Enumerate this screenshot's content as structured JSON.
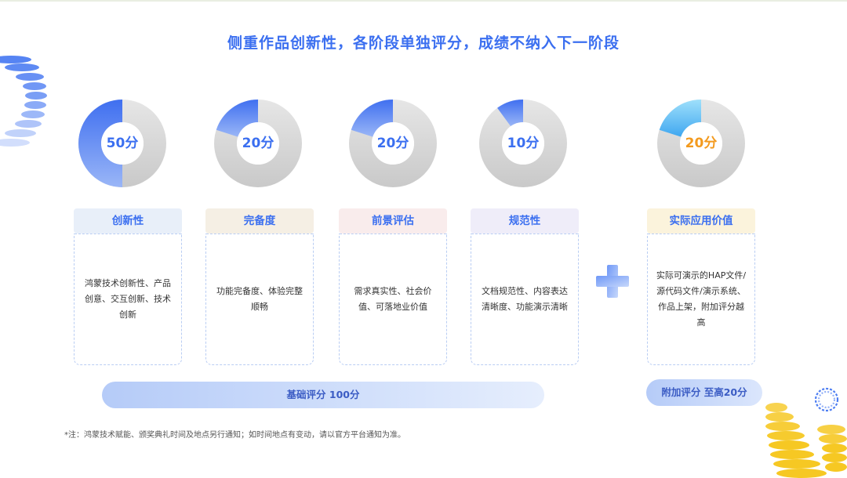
{
  "title": "侧重作品创新性，各阶段单独评分，成绩不纳入下一阶段",
  "stages": [
    {
      "score_label": "50分",
      "score": 50,
      "name": "创新性",
      "desc": "鸿蒙技术创新性、产品创意、交互创新、技术创新",
      "head_color": "#e8eff9"
    },
    {
      "score_label": "20分",
      "score": 20,
      "name": "完备度",
      "desc": "功能完备度、体验完整顺畅",
      "head_color": "#f5efe4"
    },
    {
      "score_label": "20分",
      "score": 20,
      "name": "前景评估",
      "desc": "需求真实性、社会价值、可落地业价值",
      "head_color": "#f9ecec"
    },
    {
      "score_label": "10分",
      "score": 10,
      "name": "规范性",
      "desc": "文档规范性、内容表达清晰度、功能演示清晰",
      "head_color": "#efedf9"
    }
  ],
  "bonus": {
    "score_label": "20分",
    "score": 20,
    "name": "实际应用价值",
    "desc": "实际可演示的HAP文件/源代码文件/演示系统、作品上架，附加评分越高",
    "head_color": "#fbf3dc"
  },
  "base_pill": "基础评分 100分",
  "bonus_pill": "附加评分 至高20分",
  "note": "*注：鸿蒙技术赋能、颁奖典礼时间及地点另行通知；如时间地点有变动，请以官方平台通知为准。",
  "colors": {
    "accent": "#3b6ff0",
    "bonus_accent": "#f39a1e",
    "ring_gray": "#d4d4d4"
  }
}
